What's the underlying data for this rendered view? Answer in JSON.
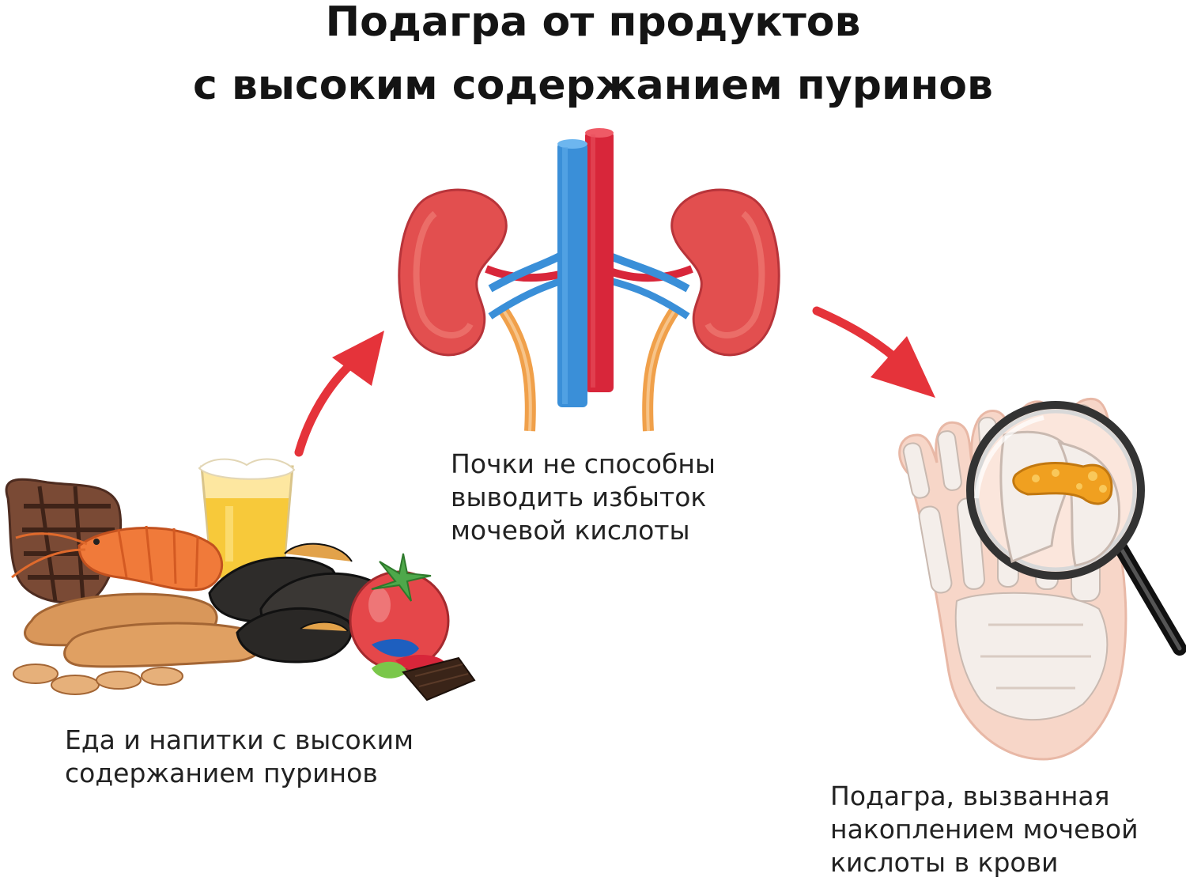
{
  "title": {
    "line1": "Подагра от продуктов",
    "line2": "с высоким содержанием пуринов"
  },
  "steps": [
    {
      "id": "foods",
      "icon": "purine-foods-icon",
      "caption": [
        "Еда и напитки с высоким",
        "содержанием пуринов"
      ]
    },
    {
      "id": "kidneys",
      "icon": "kidneys-icon",
      "caption": [
        "Почки не способны",
        "выводить избыток",
        "мочевой кислоты"
      ]
    },
    {
      "id": "gout",
      "icon": "gout-foot-icon",
      "caption": [
        "Подагра, вызванная",
        "накоплением мочевой",
        "кислоты в крови"
      ]
    }
  ],
  "colors": {
    "arrow": "#e5333a",
    "kidney": "#e24f4f",
    "vein": "#3a8fd8",
    "artery": "#d8263a",
    "ureter": "#f0a04a",
    "skin": "#f7d6c8",
    "bone": "#f4eeea",
    "crystal": "#f0a020"
  }
}
